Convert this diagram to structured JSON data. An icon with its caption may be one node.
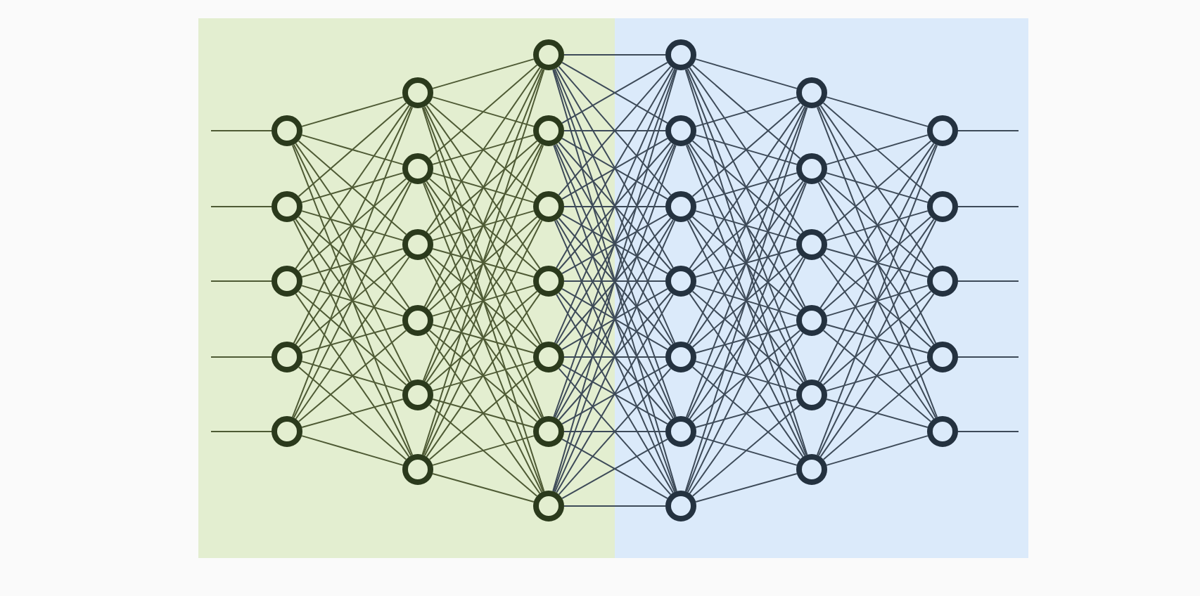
{
  "diagram": {
    "nodes": [
      {
        "text": [],
        "shape": "circle"
      },
      {
        "text": [],
        "shape": "circle"
      },
      {
        "text": [],
        "shape": "circle"
      },
      {
        "text": [],
        "shape": "circle"
      },
      {
        "text": [],
        "shape": "circle"
      },
      {
        "text": [],
        "shape": "circle"
      },
      {
        "text": [],
        "shape": "circle"
      },
      {
        "text": [],
        "shape": "circle"
      },
      {
        "text": [],
        "shape": "circle"
      },
      {
        "text": [],
        "shape": "circle"
      },
      {
        "text": [],
        "shape": "circle"
      },
      {
        "text": [],
        "shape": "circle"
      },
      {
        "text": [],
        "shape": "circle"
      },
      {
        "text": [],
        "shape": "circle"
      },
      {
        "text": [],
        "shape": "circle"
      },
      {
        "text": [],
        "shape": "circle"
      },
      {
        "text": [],
        "shape": "circle"
      },
      {
        "text": [],
        "shape": "circle"
      },
      {
        "text": [],
        "shape": "circle"
      },
      {
        "text": [],
        "shape": "circle"
      },
      {
        "text": [],
        "shape": "circle"
      },
      {
        "text": [],
        "shape": "circle"
      },
      {
        "text": [],
        "shape": "circle"
      },
      {
        "text": [],
        "shape": "circle"
      },
      {
        "text": [],
        "shape": "circle"
      },
      {
        "text": [],
        "shape": "circle"
      },
      {
        "text": [],
        "shape": "circle"
      },
      {
        "text": [],
        "shape": "circle"
      },
      {
        "text": [],
        "shape": "circle"
      },
      {
        "text": [],
        "shape": "circle"
      },
      {
        "text": [],
        "shape": "circle"
      },
      {
        "text": [],
        "shape": "circle"
      },
      {
        "text": [],
        "shape": "circle"
      },
      {
        "text": [],
        "shape": "circle"
      },
      {
        "text": [],
        "shape": "circle"
      },
      {
        "text": [],
        "shape": "circle"
      }
    ],
    "edges": [
      {
        "from": null,
        "to": 0,
        "arrow": "none"
      },
      {
        "from": null,
        "to": 1,
        "arrow": "none"
      },
      {
        "from": null,
        "to": 2,
        "arrow": "none"
      },
      {
        "from": null,
        "to": 3,
        "arrow": "none"
      },
      {
        "from": null,
        "to": 4,
        "arrow": "none"
      },
      {
        "from": 0,
        "to": 5,
        "arrow": "none"
      },
      {
        "from": 0,
        "to": 6,
        "arrow": "none"
      },
      {
        "from": 0,
        "to": 7,
        "arrow": "none"
      },
      {
        "from": 0,
        "to": 8,
        "arrow": "none"
      },
      {
        "from": 0,
        "to": 9,
        "arrow": "none"
      },
      {
        "from": 0,
        "to": 10,
        "arrow": "none"
      },
      {
        "from": 1,
        "to": 5,
        "arrow": "none"
      },
      {
        "from": 1,
        "to": 6,
        "arrow": "none"
      },
      {
        "from": 1,
        "to": 7,
        "arrow": "none"
      },
      {
        "from": 1,
        "to": 8,
        "arrow": "none"
      },
      {
        "from": 1,
        "to": 9,
        "arrow": "none"
      },
      {
        "from": 1,
        "to": 10,
        "arrow": "none"
      },
      {
        "from": 2,
        "to": 5,
        "arrow": "none"
      },
      {
        "from": 2,
        "to": 6,
        "arrow": "none"
      },
      {
        "from": 2,
        "to": 7,
        "arrow": "none"
      },
      {
        "from": 2,
        "to": 8,
        "arrow": "none"
      },
      {
        "from": 2,
        "to": 9,
        "arrow": "none"
      },
      {
        "from": 2,
        "to": 10,
        "arrow": "none"
      },
      {
        "from": 3,
        "to": 5,
        "arrow": "none"
      },
      {
        "from": 3,
        "to": 6,
        "arrow": "none"
      },
      {
        "from": 3,
        "to": 7,
        "arrow": "none"
      },
      {
        "from": 3,
        "to": 8,
        "arrow": "none"
      },
      {
        "from": 3,
        "to": 9,
        "arrow": "none"
      },
      {
        "from": 3,
        "to": 10,
        "arrow": "none"
      },
      {
        "from": 4,
        "to": 5,
        "arrow": "none"
      },
      {
        "from": 4,
        "to": 6,
        "arrow": "none"
      },
      {
        "from": 4,
        "to": 7,
        "arrow": "none"
      },
      {
        "from": 4,
        "to": 8,
        "arrow": "none"
      },
      {
        "from": 4,
        "to": 9,
        "arrow": "none"
      },
      {
        "from": 4,
        "to": 10,
        "arrow": "none"
      },
      {
        "from": 5,
        "to": 11,
        "arrow": "none"
      },
      {
        "from": 5,
        "to": 12,
        "arrow": "none"
      },
      {
        "from": 5,
        "to": 13,
        "arrow": "none"
      },
      {
        "from": 5,
        "to": 14,
        "arrow": "none"
      },
      {
        "from": 5,
        "to": 15,
        "arrow": "none"
      },
      {
        "from": 5,
        "to": 16,
        "arrow": "none"
      },
      {
        "from": 5,
        "to": 17,
        "arrow": "none"
      },
      {
        "from": 6,
        "to": 11,
        "arrow": "none"
      },
      {
        "from": 6,
        "to": 12,
        "arrow": "none"
      },
      {
        "from": 6,
        "to": 13,
        "arrow": "none"
      },
      {
        "from": 6,
        "to": 14,
        "arrow": "none"
      },
      {
        "from": 6,
        "to": 15,
        "arrow": "none"
      },
      {
        "from": 6,
        "to": 16,
        "arrow": "none"
      },
      {
        "from": 6,
        "to": 17,
        "arrow": "none"
      },
      {
        "from": 7,
        "to": 11,
        "arrow": "none"
      },
      {
        "from": 7,
        "to": 12,
        "arrow": "none"
      },
      {
        "from": 7,
        "to": 13,
        "arrow": "none"
      },
      {
        "from": 7,
        "to": 14,
        "arrow": "none"
      },
      {
        "from": 7,
        "to": 15,
        "arrow": "none"
      },
      {
        "from": 7,
        "to": 16,
        "arrow": "none"
      },
      {
        "from": 7,
        "to": 17,
        "arrow": "none"
      },
      {
        "from": 8,
        "to": 11,
        "arrow": "none"
      },
      {
        "from": 8,
        "to": 12,
        "arrow": "none"
      },
      {
        "from": 8,
        "to": 13,
        "arrow": "none"
      },
      {
        "from": 8,
        "to": 14,
        "arrow": "none"
      },
      {
        "from": 8,
        "to": 15,
        "arrow": "none"
      },
      {
        "from": 8,
        "to": 16,
        "arrow": "none"
      },
      {
        "from": 8,
        "to": 17,
        "arrow": "none"
      },
      {
        "from": 9,
        "to": 11,
        "arrow": "none"
      },
      {
        "from": 9,
        "to": 12,
        "arrow": "none"
      },
      {
        "from": 9,
        "to": 13,
        "arrow": "none"
      },
      {
        "from": 9,
        "to": 14,
        "arrow": "none"
      },
      {
        "from": 9,
        "to": 15,
        "arrow": "none"
      },
      {
        "from": 9,
        "to": 16,
        "arrow": "none"
      },
      {
        "from": 9,
        "to": 17,
        "arrow": "none"
      },
      {
        "from": 10,
        "to": 11,
        "arrow": "none"
      },
      {
        "from": 10,
        "to": 12,
        "arrow": "none"
      },
      {
        "from": 10,
        "to": 13,
        "arrow": "none"
      },
      {
        "from": 10,
        "to": 14,
        "arrow": "none"
      },
      {
        "from": 10,
        "to": 15,
        "arrow": "none"
      },
      {
        "from": 10,
        "to": 16,
        "arrow": "none"
      },
      {
        "from": 10,
        "to": 17,
        "arrow": "none"
      },
      {
        "from": 11,
        "to": 18,
        "arrow": "none"
      },
      {
        "from": 11,
        "to": 19,
        "arrow": "none"
      },
      {
        "from": 11,
        "to": 20,
        "arrow": "none"
      },
      {
        "from": 11,
        "to": 21,
        "arrow": "none"
      },
      {
        "from": 11,
        "to": 22,
        "arrow": "none"
      },
      {
        "from": 11,
        "to": 23,
        "arrow": "none"
      },
      {
        "from": 11,
        "to": 24,
        "arrow": "none"
      },
      {
        "from": 12,
        "to": 18,
        "arrow": "none"
      },
      {
        "from": 12,
        "to": 19,
        "arrow": "none"
      },
      {
        "from": 12,
        "to": 20,
        "arrow": "none"
      },
      {
        "from": 12,
        "to": 21,
        "arrow": "none"
      },
      {
        "from": 12,
        "to": 22,
        "arrow": "none"
      },
      {
        "from": 12,
        "to": 23,
        "arrow": "none"
      },
      {
        "from": 12,
        "to": 24,
        "arrow": "none"
      },
      {
        "from": 13,
        "to": 18,
        "arrow": "none"
      },
      {
        "from": 13,
        "to": 19,
        "arrow": "none"
      },
      {
        "from": 13,
        "to": 20,
        "arrow": "none"
      },
      {
        "from": 13,
        "to": 21,
        "arrow": "none"
      },
      {
        "from": 13,
        "to": 22,
        "arrow": "none"
      },
      {
        "from": 13,
        "to": 23,
        "arrow": "none"
      },
      {
        "from": 13,
        "to": 24,
        "arrow": "none"
      },
      {
        "from": 14,
        "to": 18,
        "arrow": "none"
      },
      {
        "from": 14,
        "to": 19,
        "arrow": "none"
      },
      {
        "from": 14,
        "to": 20,
        "arrow": "none"
      },
      {
        "from": 14,
        "to": 21,
        "arrow": "none"
      },
      {
        "from": 14,
        "to": 22,
        "arrow": "none"
      },
      {
        "from": 14,
        "to": 23,
        "arrow": "none"
      },
      {
        "from": 14,
        "to": 24,
        "arrow": "none"
      },
      {
        "from": 15,
        "to": 18,
        "arrow": "none"
      },
      {
        "from": 15,
        "to": 19,
        "arrow": "none"
      },
      {
        "from": 15,
        "to": 20,
        "arrow": "none"
      },
      {
        "from": 15,
        "to": 21,
        "arrow": "none"
      },
      {
        "from": 15,
        "to": 22,
        "arrow": "none"
      },
      {
        "from": 15,
        "to": 23,
        "arrow": "none"
      },
      {
        "from": 15,
        "to": 24,
        "arrow": "none"
      },
      {
        "from": 16,
        "to": 18,
        "arrow": "none"
      },
      {
        "from": 16,
        "to": 19,
        "arrow": "none"
      },
      {
        "from": 16,
        "to": 20,
        "arrow": "none"
      },
      {
        "from": 16,
        "to": 21,
        "arrow": "none"
      },
      {
        "from": 16,
        "to": 22,
        "arrow": "none"
      },
      {
        "from": 16,
        "to": 23,
        "arrow": "none"
      },
      {
        "from": 16,
        "to": 24,
        "arrow": "none"
      },
      {
        "from": 17,
        "to": 18,
        "arrow": "none"
      },
      {
        "from": 17,
        "to": 19,
        "arrow": "none"
      },
      {
        "from": 17,
        "to": 20,
        "arrow": "none"
      },
      {
        "from": 17,
        "to": 21,
        "arrow": "none"
      },
      {
        "from": 17,
        "to": 22,
        "arrow": "none"
      },
      {
        "from": 17,
        "to": 23,
        "arrow": "none"
      },
      {
        "from": 17,
        "to": 24,
        "arrow": "none"
      },
      {
        "from": 18,
        "to": 25,
        "arrow": "none"
      },
      {
        "from": 18,
        "to": 26,
        "arrow": "none"
      },
      {
        "from": 18,
        "to": 27,
        "arrow": "none"
      },
      {
        "from": 18,
        "to": 28,
        "arrow": "none"
      },
      {
        "from": 18,
        "to": 29,
        "arrow": "none"
      },
      {
        "from": 18,
        "to": 30,
        "arrow": "none"
      },
      {
        "from": 19,
        "to": 25,
        "arrow": "none"
      },
      {
        "from": 19,
        "to": 26,
        "arrow": "none"
      },
      {
        "from": 19,
        "to": 27,
        "arrow": "none"
      },
      {
        "from": 19,
        "to": 28,
        "arrow": "none"
      },
      {
        "from": 19,
        "to": 29,
        "arrow": "none"
      },
      {
        "from": 19,
        "to": 30,
        "arrow": "none"
      },
      {
        "from": 20,
        "to": 25,
        "arrow": "none"
      },
      {
        "from": 20,
        "to": 26,
        "arrow": "none"
      },
      {
        "from": 20,
        "to": 27,
        "arrow": "none"
      },
      {
        "from": 20,
        "to": 28,
        "arrow": "none"
      },
      {
        "from": 20,
        "to": 29,
        "arrow": "none"
      },
      {
        "from": 20,
        "to": 30,
        "arrow": "none"
      },
      {
        "from": 21,
        "to": 25,
        "arrow": "none"
      },
      {
        "from": 21,
        "to": 26,
        "arrow": "none"
      },
      {
        "from": 21,
        "to": 27,
        "arrow": "none"
      },
      {
        "from": 21,
        "to": 28,
        "arrow": "none"
      },
      {
        "from": 21,
        "to": 29,
        "arrow": "none"
      },
      {
        "from": 21,
        "to": 30,
        "arrow": "none"
      },
      {
        "from": 22,
        "to": 25,
        "arrow": "none"
      },
      {
        "from": 22,
        "to": 26,
        "arrow": "none"
      },
      {
        "from": 22,
        "to": 27,
        "arrow": "none"
      },
      {
        "from": 22,
        "to": 28,
        "arrow": "none"
      },
      {
        "from": 22,
        "to": 29,
        "arrow": "none"
      },
      {
        "from": 22,
        "to": 30,
        "arrow": "none"
      },
      {
        "from": 23,
        "to": 25,
        "arrow": "none"
      },
      {
        "from": 23,
        "to": 26,
        "arrow": "none"
      },
      {
        "from": 23,
        "to": 27,
        "arrow": "none"
      },
      {
        "from": 23,
        "to": 28,
        "arrow": "none"
      },
      {
        "from": 23,
        "to": 29,
        "arrow": "none"
      },
      {
        "from": 23,
        "to": 30,
        "arrow": "none"
      },
      {
        "from": 24,
        "to": 25,
        "arrow": "none"
      },
      {
        "from": 24,
        "to": 26,
        "arrow": "none"
      },
      {
        "from": 24,
        "to": 27,
        "arrow": "none"
      },
      {
        "from": 24,
        "to": 28,
        "arrow": "none"
      },
      {
        "from": 24,
        "to": 29,
        "arrow": "none"
      },
      {
        "from": 24,
        "to": 30,
        "arrow": "none"
      },
      {
        "from": 25,
        "to": 31,
        "arrow": "none"
      },
      {
        "from": 25,
        "to": 32,
        "arrow": "none"
      },
      {
        "from": 25,
        "to": 33,
        "arrow": "none"
      },
      {
        "from": 25,
        "to": 34,
        "arrow": "none"
      },
      {
        "from": 25,
        "to": 35,
        "arrow": "none"
      },
      {
        "from": 26,
        "to": 31,
        "arrow": "none"
      },
      {
        "from": 26,
        "to": 32,
        "arrow": "none"
      },
      {
        "from": 26,
        "to": 33,
        "arrow": "none"
      },
      {
        "from": 26,
        "to": 34,
        "arrow": "none"
      },
      {
        "from": 26,
        "to": 35,
        "arrow": "none"
      },
      {
        "from": 27,
        "to": 31,
        "arrow": "none"
      },
      {
        "from": 27,
        "to": 32,
        "arrow": "none"
      },
      {
        "from": 27,
        "to": 33,
        "arrow": "none"
      },
      {
        "from": 27,
        "to": 34,
        "arrow": "none"
      },
      {
        "from": 27,
        "to": 35,
        "arrow": "none"
      },
      {
        "from": 28,
        "to": 31,
        "arrow": "none"
      },
      {
        "from": 28,
        "to": 32,
        "arrow": "none"
      },
      {
        "from": 28,
        "to": 33,
        "arrow": "none"
      },
      {
        "from": 28,
        "to": 34,
        "arrow": "none"
      },
      {
        "from": 28,
        "to": 35,
        "arrow": "none"
      },
      {
        "from": 29,
        "to": 31,
        "arrow": "none"
      },
      {
        "from": 29,
        "to": 32,
        "arrow": "none"
      },
      {
        "from": 29,
        "to": 33,
        "arrow": "none"
      },
      {
        "from": 29,
        "to": 34,
        "arrow": "none"
      },
      {
        "from": 29,
        "to": 35,
        "arrow": "none"
      },
      {
        "from": 30,
        "to": 31,
        "arrow": "none"
      },
      {
        "from": 30,
        "to": 32,
        "arrow": "none"
      },
      {
        "from": 30,
        "to": 33,
        "arrow": "none"
      },
      {
        "from": 30,
        "to": 34,
        "arrow": "none"
      },
      {
        "from": 30,
        "to": 35,
        "arrow": "none"
      },
      {
        "from": 31,
        "to": null,
        "arrow": "none"
      },
      {
        "from": 32,
        "to": null,
        "arrow": "none"
      },
      {
        "from": 33,
        "to": null,
        "arrow": "none"
      },
      {
        "from": 34,
        "to": null,
        "arrow": "none"
      },
      {
        "from": 35,
        "to": null,
        "arrow": "none"
      }
    ]
  }
}
